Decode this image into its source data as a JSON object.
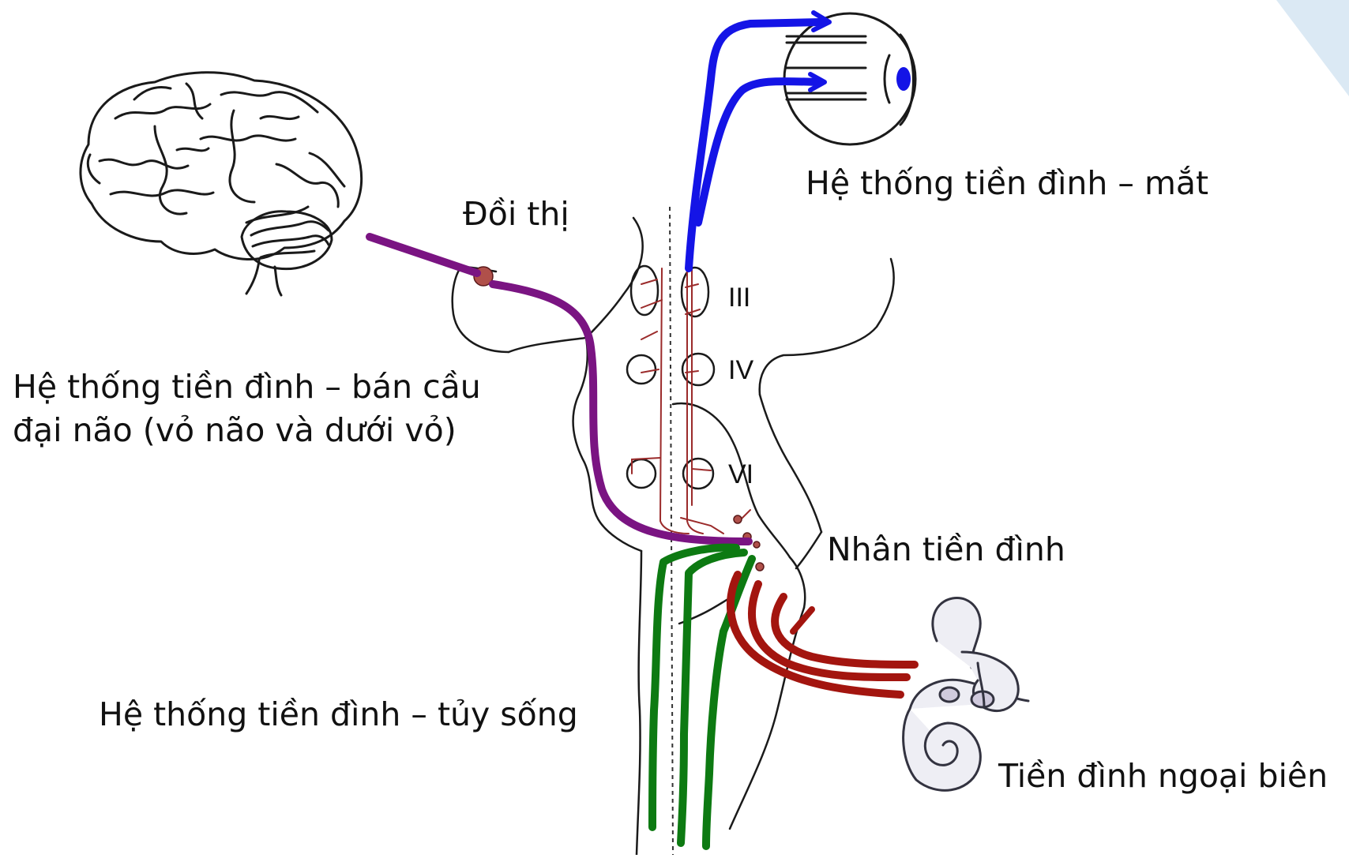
{
  "diagram": {
    "labels": {
      "eye_system": "Hệ thống tiền đình – mắt",
      "thalamus": "Đồi thị",
      "cerebral_system_line1": "Hệ thống tiền đình – bán cầu",
      "cerebral_system_line2": "đại não (vỏ não và dưới vỏ)",
      "vestibular_nucleus": "Nhân tiền đình",
      "spinal_system": "Hệ thống tiền đình – tủy sống",
      "peripheral_vestibular": "Tiền đình ngoại biên"
    },
    "nerve_nuclei": {
      "oculomotor": "III",
      "trochlear": "IV",
      "abducens": "VI"
    },
    "pathways": [
      {
        "name": "vestibulo-ocular",
        "color": "#1414e6"
      },
      {
        "name": "vestibulo-cortical",
        "color": "#7a1482"
      },
      {
        "name": "vestibulo-spinal",
        "color": "#0d7a12"
      },
      {
        "name": "vestibular-nerve",
        "color": "#a3150f"
      }
    ],
    "colors": {
      "outline": "#1a1a1a",
      "thin_tract": "#9b2b2b",
      "nucleus_dot": "#b0504a",
      "corner_accent": "#dbe9f4"
    }
  }
}
